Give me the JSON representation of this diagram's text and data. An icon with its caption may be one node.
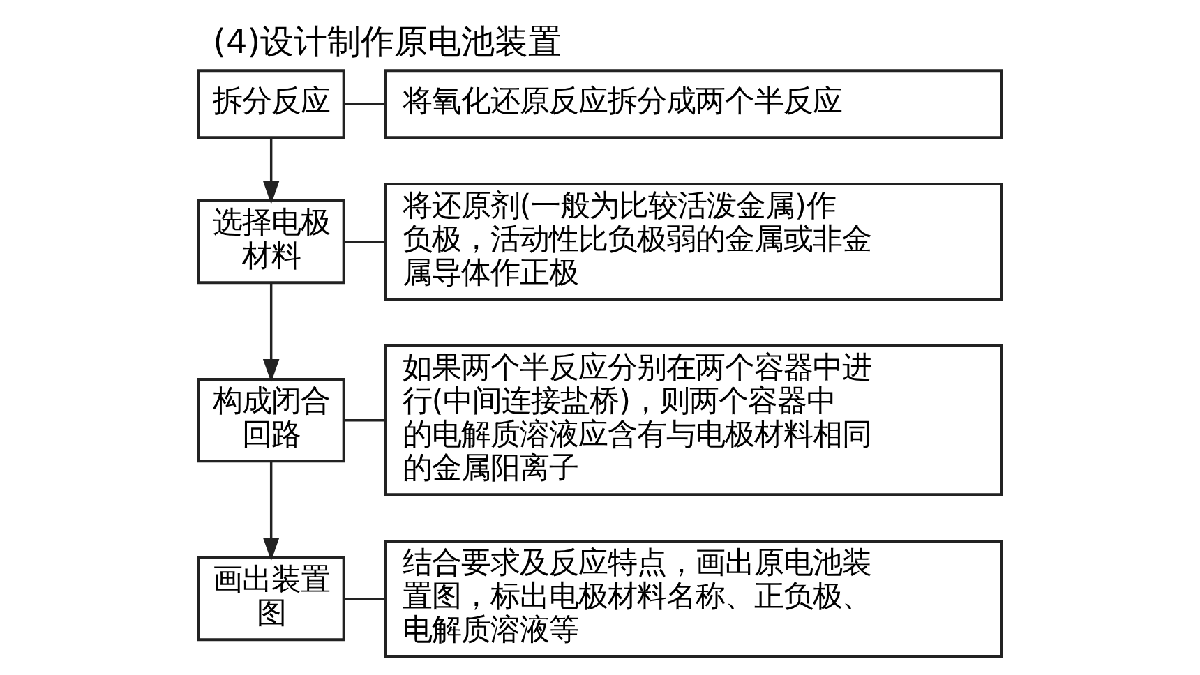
{
  "diagram": {
    "title": "(4)设计制作原电池装置",
    "nodes": [
      {
        "text": [
          "拆分反应"
        ]
      },
      {
        "text": [
          "将氧化还原反应拆分成两个半反应"
        ]
      },
      {
        "text": [
          "选择电极材料"
        ]
      },
      {
        "text": [
          "将还原剂(一般为比较活泼金属)作负极，活动性比负极弱的金属或非金属导体作正极"
        ]
      },
      {
        "text": [
          "构成闭合回路"
        ]
      },
      {
        "text": [
          "如果两个半反应分别在两个容器中进行(中间连接盐桥)，则两个容器中的电解质溶液应含有与电极材料相同的金属阳离子"
        ]
      },
      {
        "text": [
          "画出装置图"
        ]
      },
      {
        "text": [
          "结合要求及反应特点，画出原电池装置图，标出电极材料名称、正负极、电解质溶液等"
        ]
      }
    ],
    "edges": [
      {
        "from": 0,
        "to": 1,
        "arrow": "none"
      },
      {
        "from": 0,
        "to": 2,
        "arrow": "to"
      },
      {
        "from": 2,
        "to": 3,
        "arrow": "none"
      },
      {
        "from": 2,
        "to": 4,
        "arrow": "to"
      },
      {
        "from": 4,
        "to": 5,
        "arrow": "none"
      },
      {
        "from": 4,
        "to": 6,
        "arrow": "to"
      },
      {
        "from": 6,
        "to": 7,
        "arrow": "none"
      }
    ]
  }
}
